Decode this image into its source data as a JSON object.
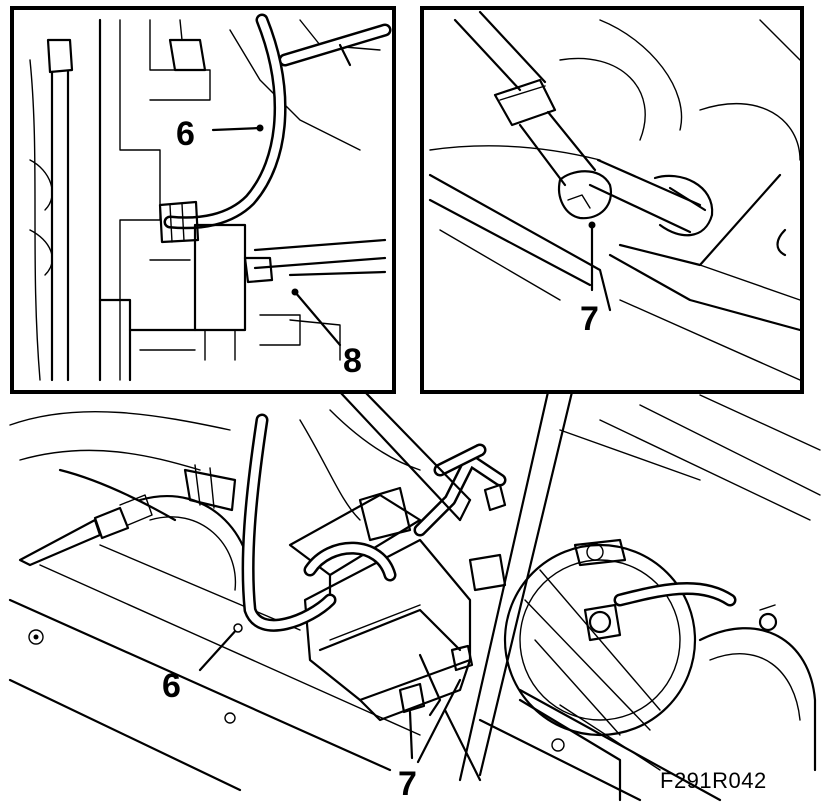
{
  "callouts": {
    "inset_left_6": "6",
    "inset_left_8": "8",
    "inset_right_7": "7",
    "main_6": "6",
    "main_7": "7"
  },
  "figure_id": "F291R042"
}
